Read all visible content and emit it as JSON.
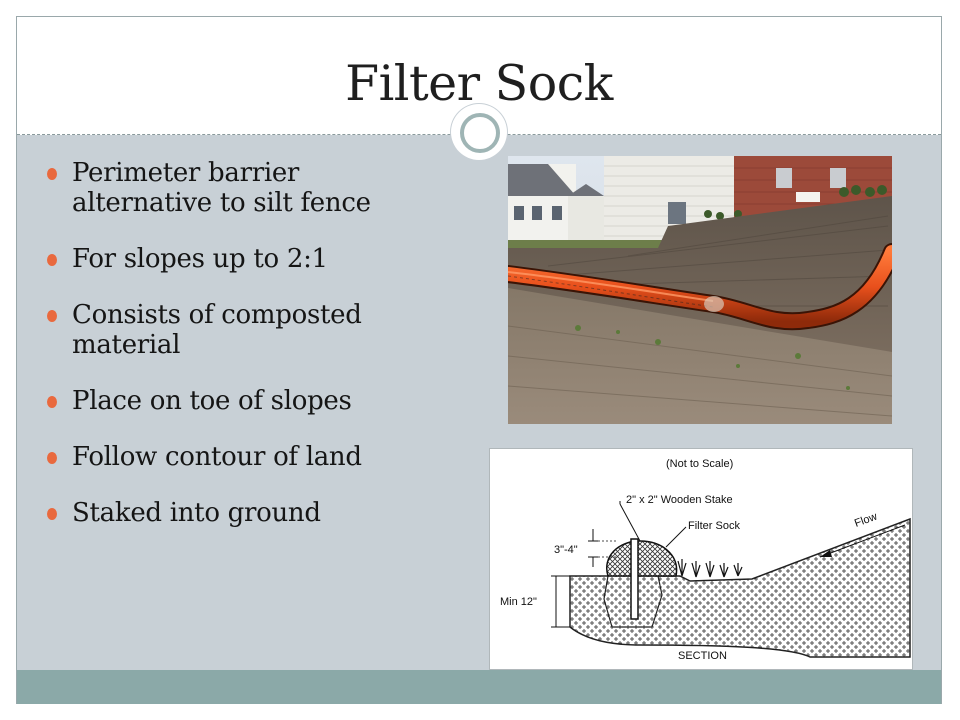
{
  "slide": {
    "title": "Filter Sock",
    "bullets": [
      "Perimeter barrier alternative to silt fence",
      "For slopes up to 2:1",
      "Consists of composted material",
      "Place on toe of slopes",
      "Follow contour of land",
      "Staked into ground"
    ]
  },
  "diagram": {
    "scale_note": "(Not to Scale)",
    "stake_label": "2\" x 2\" Wooden Stake",
    "sock_label": "Filter Sock",
    "flow_label": "Flow",
    "height_label": "3\"-4\"",
    "depth_label": "Min 12\"",
    "section_label": "SECTION"
  },
  "colors": {
    "body_background": "#c8d0d6",
    "footer_bar": "#8ba9a8",
    "bullet_dot": "#e9693e",
    "sock_orange": "#e8501c"
  },
  "icons": {
    "bullet": "circle-bullet-icon",
    "decoration": "ring-icon"
  }
}
